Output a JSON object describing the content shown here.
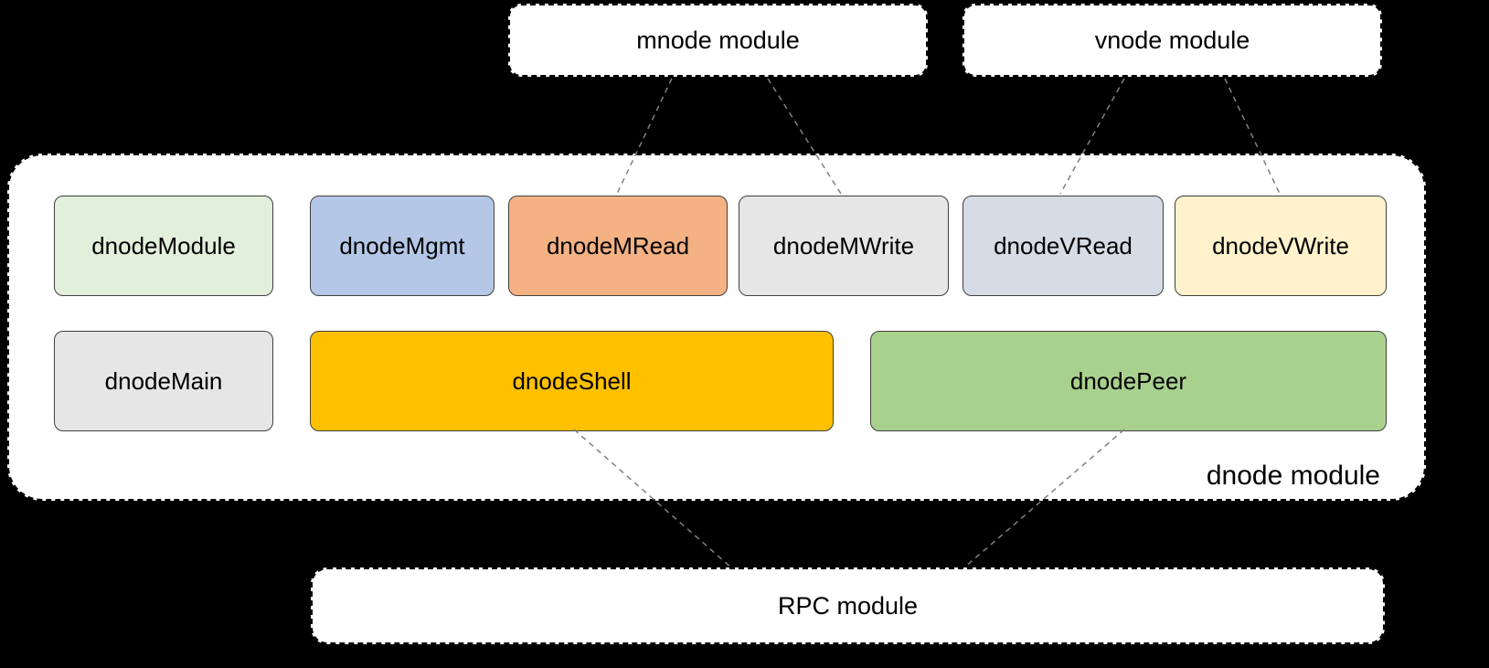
{
  "modules": {
    "mnode": {
      "label": "mnode module"
    },
    "vnode": {
      "label": "vnode module"
    },
    "dnode": {
      "label": "dnode module"
    },
    "rpc": {
      "label": "RPC module"
    }
  },
  "dnode_components": [
    {
      "id": "dnodeModule",
      "label": "dnodeModule",
      "fill": "#e2efda"
    },
    {
      "id": "dnodeMgmt",
      "label": "dnodeMgmt",
      "fill": "#b4c7e7"
    },
    {
      "id": "dnodeMRead",
      "label": "dnodeMRead",
      "fill": "#f4b183"
    },
    {
      "id": "dnodeMWrite",
      "label": "dnodeMWrite",
      "fill": "#e7e6e6"
    },
    {
      "id": "dnodeVRead",
      "label": "dnodeVRead",
      "fill": "#d6dce5"
    },
    {
      "id": "dnodeVWrite",
      "label": "dnodeVWrite",
      "fill": "#fff2cc"
    },
    {
      "id": "dnodeMain",
      "label": "dnodeMain",
      "fill": "#e7e6e6"
    },
    {
      "id": "dnodeShell",
      "label": "dnodeShell",
      "fill": "#ffc000"
    },
    {
      "id": "dnodePeer",
      "label": "dnodePeer",
      "fill": "#a9d18e"
    }
  ],
  "colors": {
    "background": "#000000",
    "box_background": "#ffffff",
    "box_border": "#000000",
    "component_border": "#3f3f3f",
    "connector": "#808080",
    "text": "#000000"
  }
}
